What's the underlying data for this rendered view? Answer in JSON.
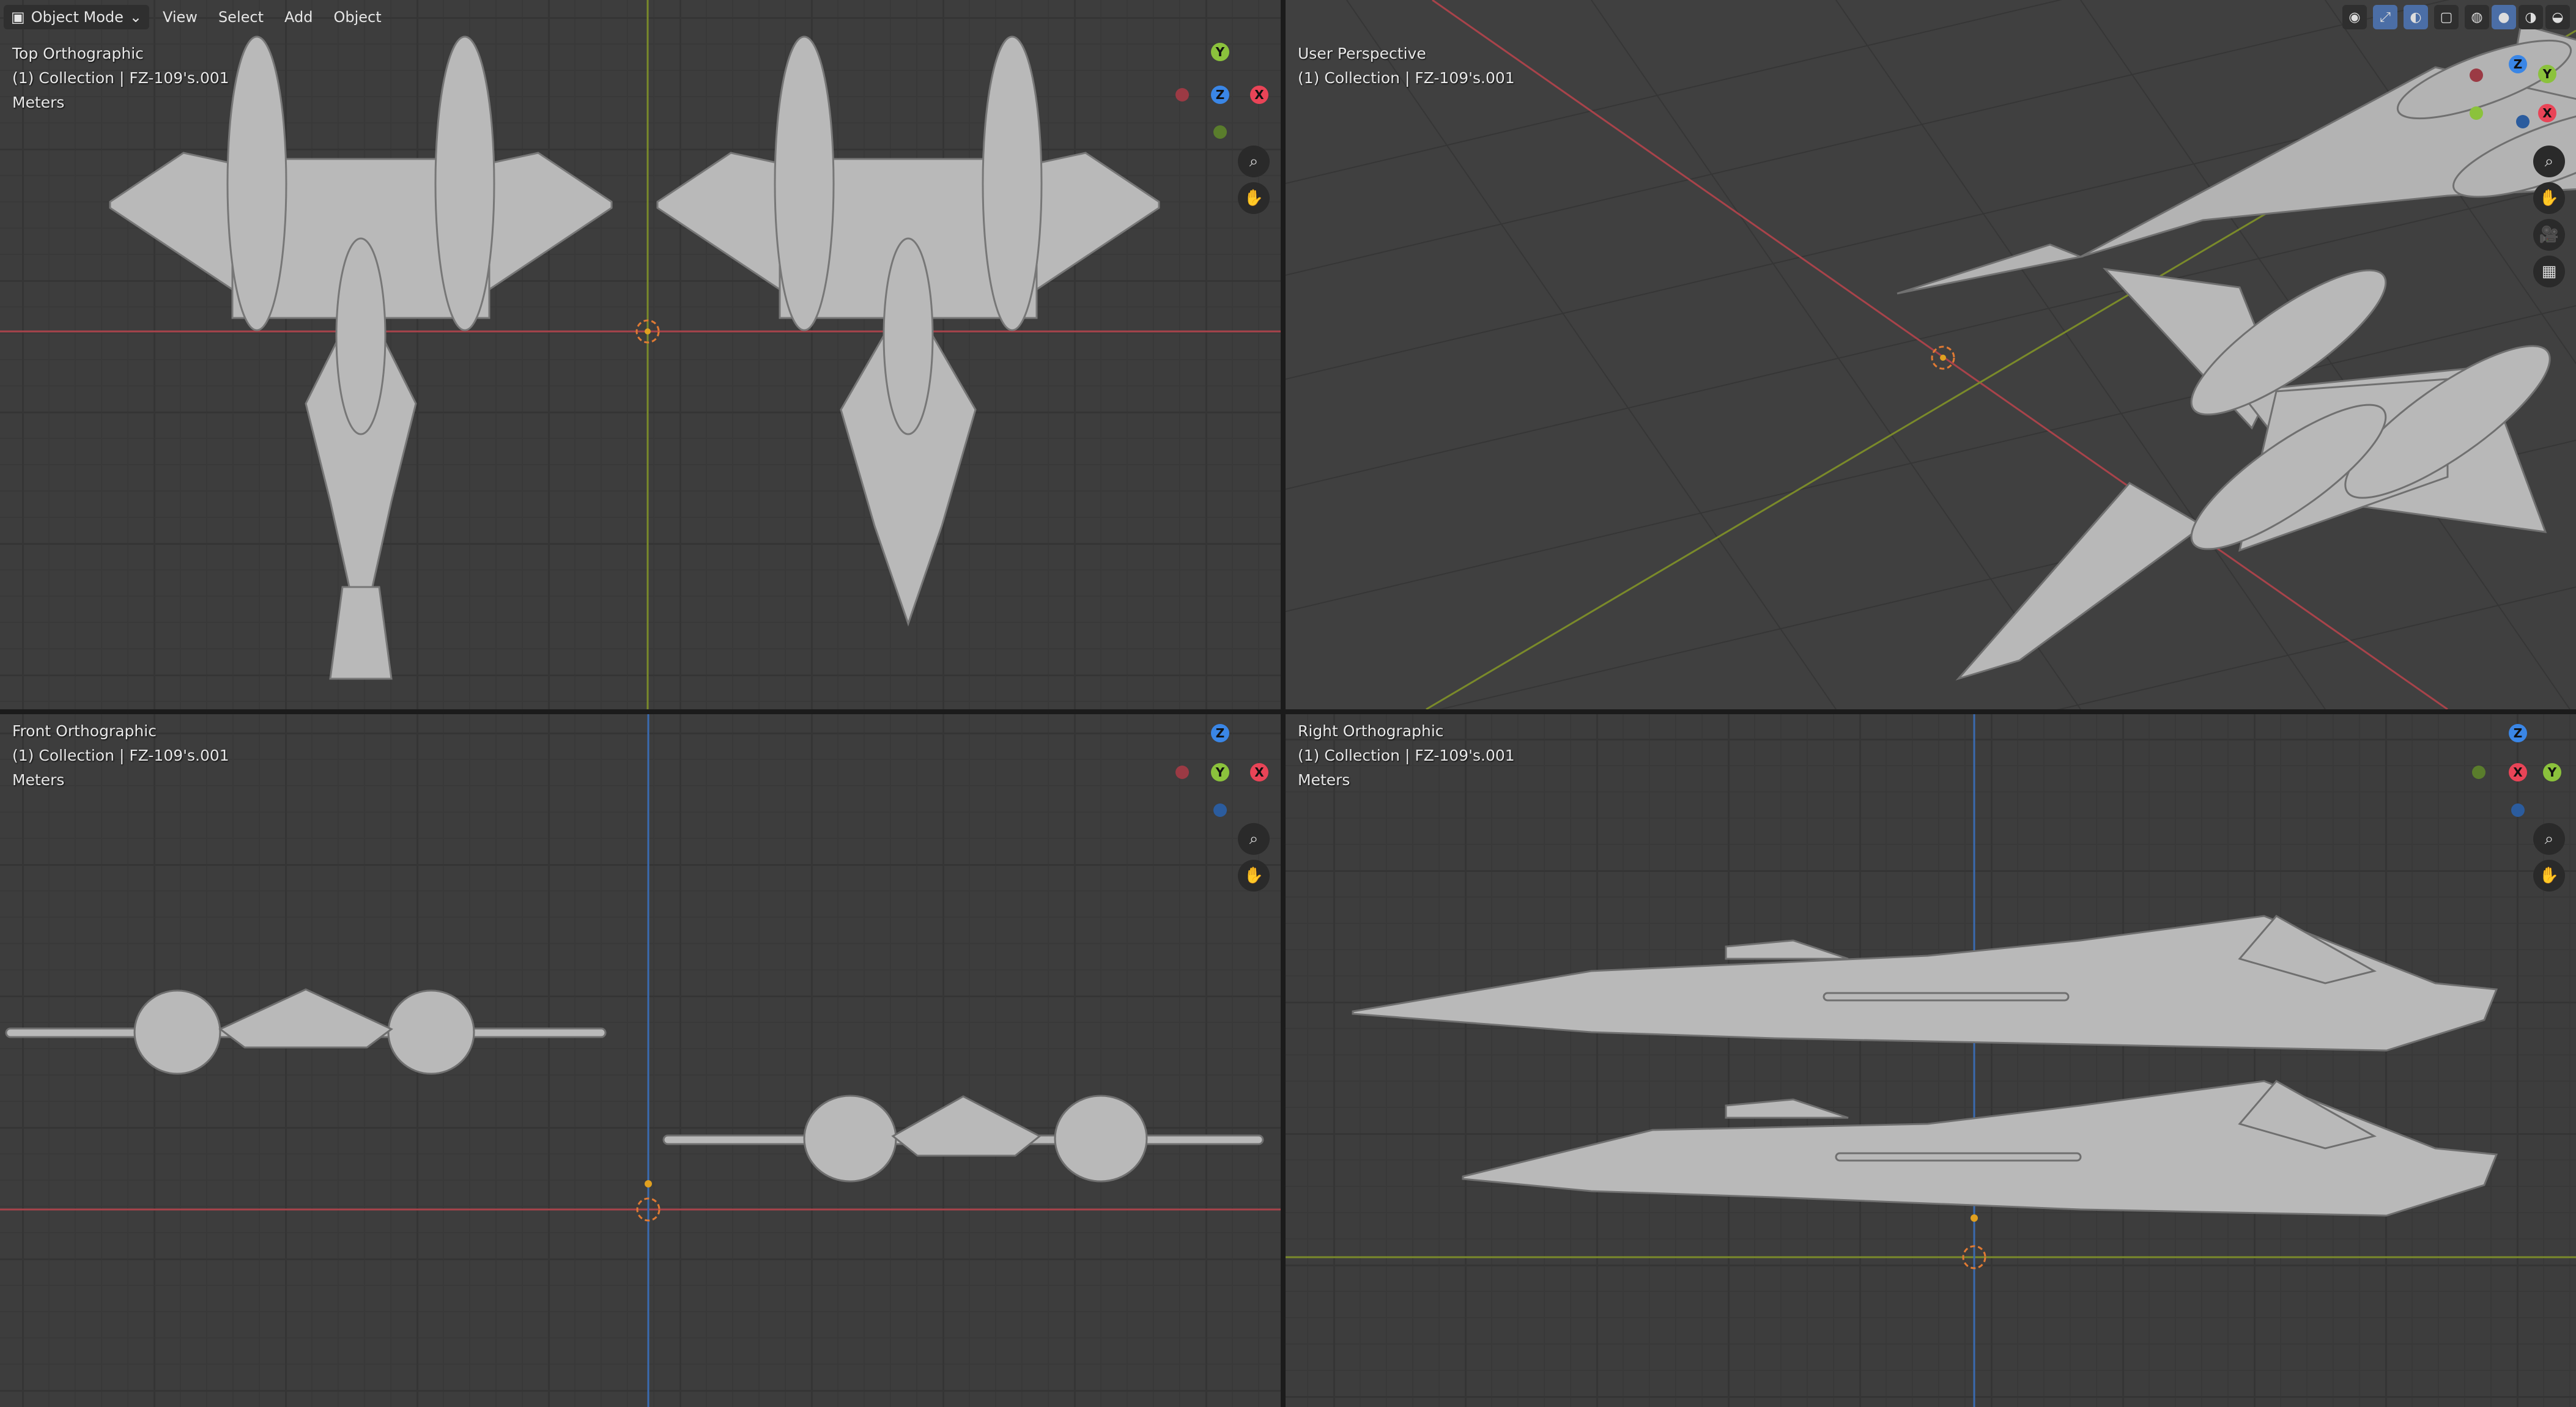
{
  "header": {
    "mode": "Object Mode",
    "menus": [
      "View",
      "Select",
      "Add",
      "Object"
    ]
  },
  "viewports": {
    "top": {
      "title": "Top Orthographic",
      "collection": "(1) Collection | FZ-109's.001",
      "units": "Meters"
    },
    "persp": {
      "title": "User Perspective",
      "collection": "(1) Collection | FZ-109's.001",
      "units": ""
    },
    "front": {
      "title": "Front Orthographic",
      "collection": "(1) Collection | FZ-109's.001",
      "units": "Meters"
    },
    "right": {
      "title": "Right Orthographic",
      "collection": "(1) Collection | FZ-109's.001",
      "units": "Meters"
    }
  },
  "gizmo_labels": {
    "x": "X",
    "y": "Y",
    "z": "Z"
  },
  "colors": {
    "axis_x": "#e94457",
    "axis_y": "#8bc23c",
    "axis_z": "#3a86e6",
    "active_button": "#4b6ea6",
    "model": "#b9b9b9"
  },
  "icons": [
    "cube-icon",
    "chevron-down-icon",
    "zoom-icon",
    "hand-icon",
    "camera-icon",
    "grid-icon",
    "overlay-icon",
    "xray-icon",
    "shading-wireframe-icon",
    "shading-solid-icon",
    "shading-material-icon",
    "shading-rendered-icon"
  ]
}
